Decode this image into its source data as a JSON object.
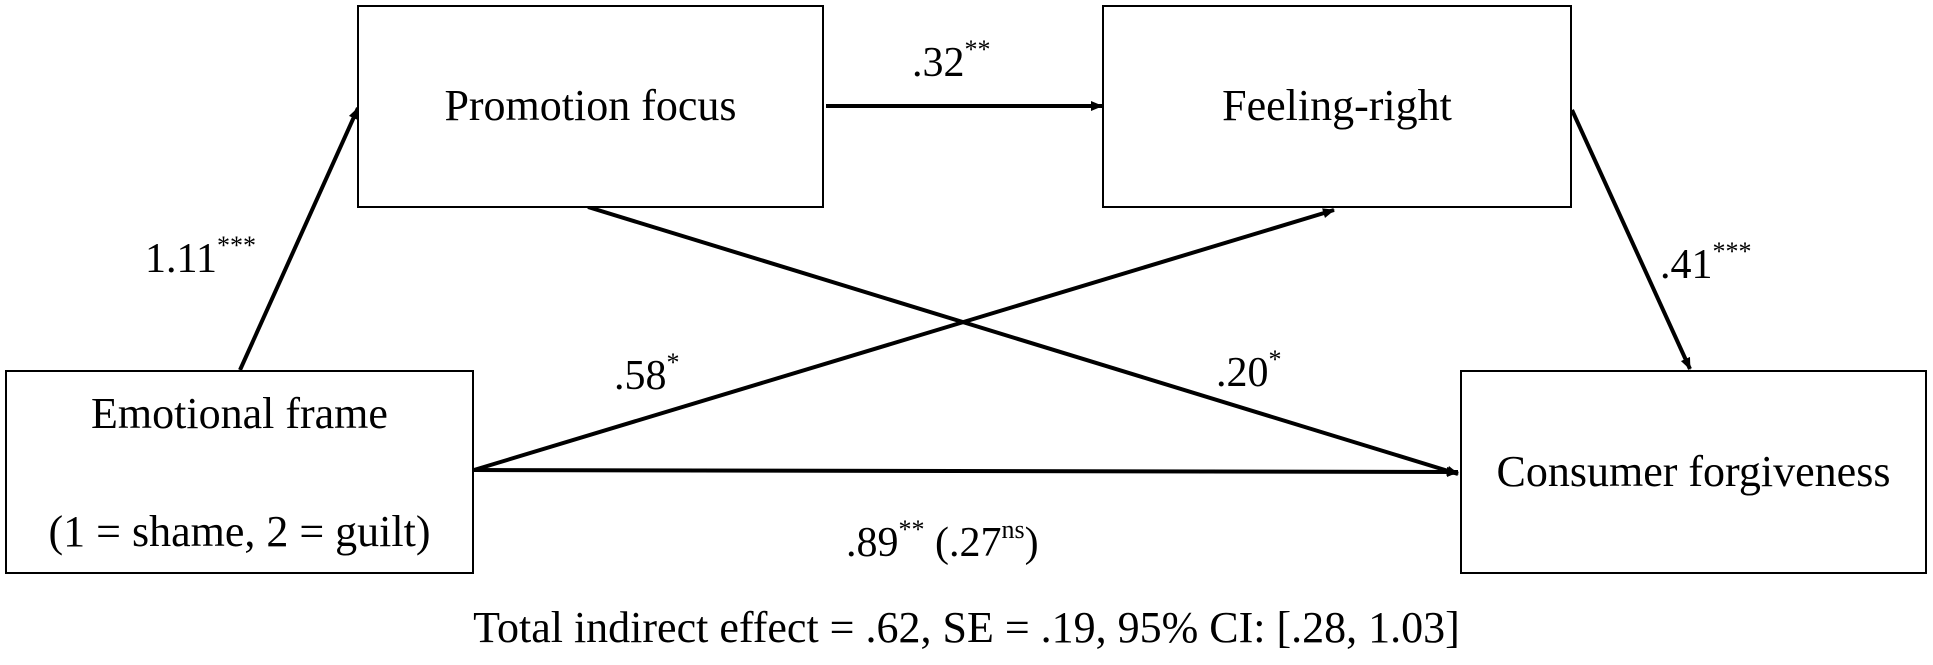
{
  "nodes": {
    "promotion": {
      "label": "Promotion focus"
    },
    "feeling": {
      "label": "Feeling-right"
    },
    "emotional": {
      "line1": "Emotional frame",
      "line2": "(1 = shame, 2 = guilt)"
    },
    "forgiveness": {
      "label": "Consumer forgiveness"
    }
  },
  "paths": {
    "emotional_to_promotion": {
      "coef": "1.11",
      "sig": "***"
    },
    "promotion_to_feeling": {
      "coef": ".32",
      "sig": "**"
    },
    "feeling_to_forgiveness": {
      "coef": ".41",
      "sig": "***"
    },
    "emotional_to_feeling": {
      "coef": ".58",
      "sig": "*"
    },
    "promotion_to_forgiveness": {
      "coef": ".20",
      "sig": "*"
    },
    "emotional_to_forgiveness": {
      "coef": ".89",
      "sig": "**",
      "direct_coef": ".27",
      "direct_sig": "ns"
    }
  },
  "footer": "Total indirect effect = .62, SE = .19, 95% CI: [.28, 1.03]"
}
